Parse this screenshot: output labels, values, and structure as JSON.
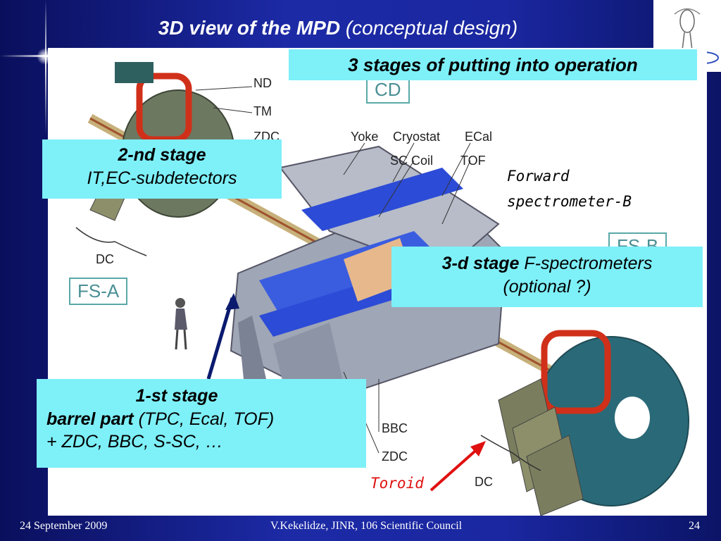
{
  "slide": {
    "title_bold": "3D view  of the MPD",
    "title_rest": "(conceptual design)"
  },
  "labels": {
    "nd": "ND",
    "tm": "TM",
    "zdc_top": "ZDC",
    "yoke": "Yoke",
    "cryostat": "Cryostat",
    "ecal": "ECal",
    "sc_coil": "SC Coil",
    "tof": "TOF",
    "cd": "CD",
    "dc_left": "DC",
    "fs_a": "FS-A",
    "fs_b": "FS-B",
    "bbc": "BBC",
    "zdc_bottom": "ZDC",
    "dc_right": "DC",
    "forward_line1": "Forward",
    "forward_line2": "spectrometer-B",
    "toroid": "Toroid"
  },
  "boxes": {
    "stages_header": "3 stages of putting into operation",
    "stage2_title": "2-nd stage",
    "stage2_text": "IT,EC-subdetectors",
    "stage3_bold": "3-d stage",
    "stage3_text": "F-spectrometers",
    "stage3_note": "(optional ?)",
    "stage1_title": "1-st stage",
    "stage1_bold": "barrel part",
    "stage1_paren": "(TPC, Ecal, TOF)",
    "stage1_line3": "+ ZDC, BBC, S-SC, …"
  },
  "footer": {
    "date": "24 September 2009",
    "author": "V.Kekelidze, JINR, 106 Scientific Council",
    "page": "24"
  },
  "colors": {
    "background": "#1c2aa6",
    "box": "#7ef0f8",
    "arrow_navy": "#0a1a6e",
    "arrow_red": "#e01010"
  }
}
